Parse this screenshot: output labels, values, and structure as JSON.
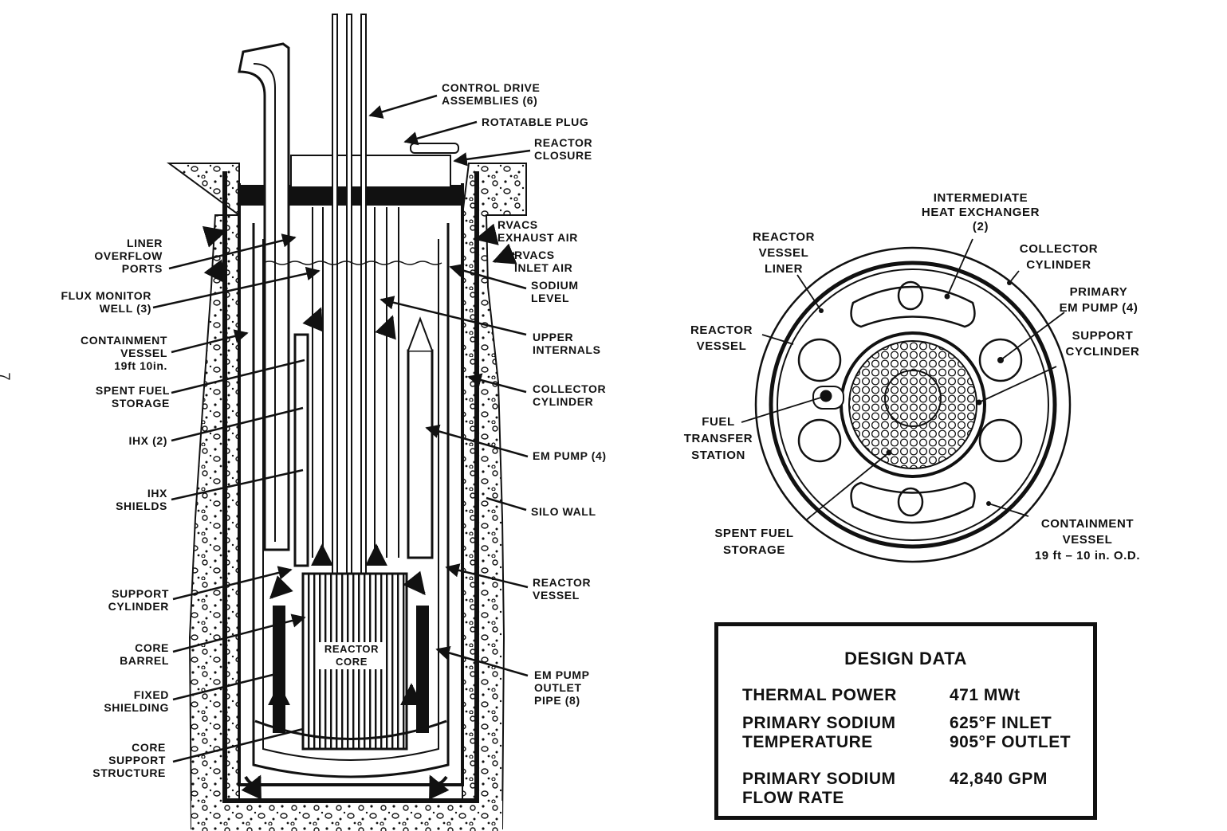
{
  "page": {
    "page_number_mark": "7"
  },
  "section_view": {
    "labels_left": [
      {
        "lines": [
          "LINER",
          "OVERFLOW",
          "PORTS"
        ]
      },
      {
        "lines": [
          "FLUX MONITOR",
          "WELL (3)"
        ]
      },
      {
        "lines": [
          "CONTAINMENT",
          "VESSEL",
          "19ft 10in."
        ]
      },
      {
        "lines": [
          "SPENT FUEL",
          "STORAGE"
        ]
      },
      {
        "lines": [
          "IHX (2)"
        ]
      },
      {
        "lines": [
          "IHX",
          "SHIELDS"
        ]
      },
      {
        "lines": [
          "SUPPORT",
          "CYLINDER"
        ]
      },
      {
        "lines": [
          "CORE",
          "BARREL"
        ]
      },
      {
        "lines": [
          "FIXED",
          "SHIELDING"
        ]
      },
      {
        "lines": [
          "CORE",
          "SUPPORT",
          "STRUCTURE"
        ]
      }
    ],
    "labels_right": [
      {
        "lines": [
          "CONTROL DRIVE",
          "ASSEMBLIES (6)"
        ]
      },
      {
        "lines": [
          "ROTATABLE PLUG"
        ]
      },
      {
        "lines": [
          "REACTOR",
          "CLOSURE"
        ]
      },
      {
        "lines": [
          "RVACS",
          "EXHAUST AIR"
        ]
      },
      {
        "lines": [
          "RVACS",
          "INLET AIR"
        ]
      },
      {
        "lines": [
          "SODIUM",
          "LEVEL"
        ]
      },
      {
        "lines": [
          "UPPER",
          "INTERNALS"
        ]
      },
      {
        "lines": [
          "COLLECTOR",
          "CYLINDER"
        ]
      },
      {
        "lines": [
          "EM PUMP (4)"
        ]
      },
      {
        "lines": [
          "SILO WALL"
        ]
      },
      {
        "lines": [
          "REACTOR",
          "VESSEL"
        ]
      },
      {
        "lines": [
          "EM PUMP",
          "OUTLET",
          "PIPE (8)"
        ]
      }
    ],
    "core_label": [
      "REACTOR",
      "CORE"
    ]
  },
  "plan_view": {
    "labels": [
      {
        "lines": [
          "INTERMEDIATE",
          "HEAT EXCHANGER",
          "(2)"
        ]
      },
      {
        "lines": [
          "REACTOR",
          "VESSEL",
          "LINER"
        ]
      },
      {
        "lines": [
          "COLLECTOR",
          "CYLINDER"
        ]
      },
      {
        "lines": [
          "PRIMARY",
          "EM PUMP (4)"
        ]
      },
      {
        "lines": [
          "REACTOR",
          "VESSEL"
        ]
      },
      {
        "lines": [
          "SUPPORT",
          "CYCLINDER"
        ]
      },
      {
        "lines": [
          "FUEL",
          "TRANSFER",
          "STATION"
        ]
      },
      {
        "lines": [
          "SPENT FUEL",
          "STORAGE"
        ]
      },
      {
        "lines": [
          "CONTAINMENT",
          "VESSEL",
          "19 ft – 10 in. O.D."
        ]
      }
    ]
  },
  "design_data": {
    "title": "DESIGN DATA",
    "rows": [
      {
        "key": [
          "THERMAL POWER"
        ],
        "value": [
          "471 MWt"
        ]
      },
      {
        "key": [
          "PRIMARY SODIUM",
          "TEMPERATURE"
        ],
        "value": [
          "625°F INLET",
          "905°F OUTLET"
        ]
      },
      {
        "key": [
          "PRIMARY SODIUM",
          "FLOW RATE"
        ],
        "value": [
          "42,840 GPM"
        ]
      }
    ]
  }
}
